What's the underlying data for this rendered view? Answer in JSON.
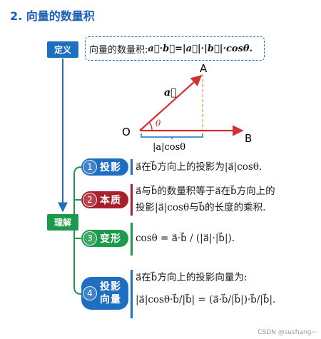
{
  "title": "2. 向量的数量积",
  "definition": {
    "tag": "定义",
    "prefix": "向量的数量积:",
    "formula": "a⃗·b⃗=|a⃗|·|b⃗|·cosθ."
  },
  "figure": {
    "label_A": "A",
    "label_B": "B",
    "label_O": "O",
    "label_a": "a⃗",
    "label_theta": "θ",
    "brace_label": "|a|cosθ",
    "colors": {
      "vector": "#d42f2f",
      "dashed": "#e8a050",
      "brace": "#1e6fc0"
    }
  },
  "understanding": {
    "tag": "理解",
    "items": [
      {
        "num": "1",
        "label": "投影",
        "line1": "a⃗在b⃗方向上的投影为|a⃗|cosθ.",
        "color": "#1e6fc0"
      },
      {
        "num": "2",
        "label": "本质",
        "line1": "a⃗与b⃗的数量积等于a⃗在b⃗方向上的",
        "line2": "投影|a⃗|cosθ与b⃗的长度的乘积.",
        "color": "#a8202c"
      },
      {
        "num": "3",
        "label": "变形",
        "line1": "cosθ = a⃗·b⃗ / (|a⃗|·|b⃗|).",
        "color": "#1a9a4a"
      },
      {
        "num": "4",
        "label": "投影",
        "label2": "向量",
        "line1": "a⃗在b⃗方向上的投影向量为:",
        "line2": "|a⃗|cosθ·b⃗/|b⃗| = (a⃗·b⃗/|b⃗|)·b⃗/|b⃗|.",
        "color": "#1e6fc0"
      }
    ]
  },
  "credit": "CSDN @sushang~"
}
